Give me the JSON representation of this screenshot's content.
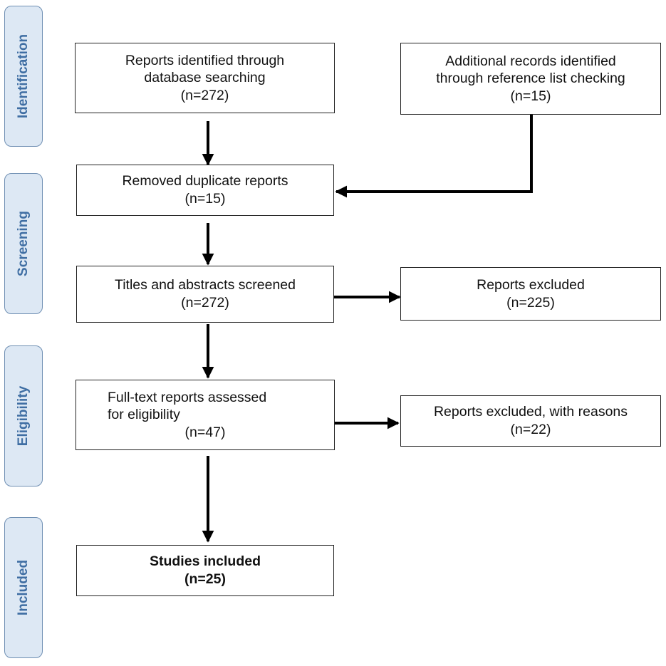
{
  "stages": {
    "identification": "Identification",
    "screening": "Screening",
    "eligibility": "Eligibility",
    "included": "Included"
  },
  "boxes": {
    "database_search": {
      "lines": [
        "Reports identified through",
        "database searching",
        "(n=272)"
      ]
    },
    "reference_list": {
      "lines": [
        "Additional  records identified",
        "through reference list checking",
        "(n=15)"
      ]
    },
    "duplicates": {
      "lines": [
        "Removed duplicate reports",
        "(n=15)"
      ]
    },
    "screened": {
      "lines": [
        "Titles and abstracts screened",
        "(n=272)"
      ]
    },
    "excluded": {
      "lines": [
        "Reports excluded",
        "(n=225)"
      ]
    },
    "fulltext": {
      "lines": [
        "Full-text reports assessed",
        "for eligibility",
        "(n=47)"
      ]
    },
    "excluded_reasons": {
      "lines": [
        "Reports excluded, with reasons",
        "(n=22)"
      ]
    },
    "included": {
      "lines": [
        "Studies included",
        "(n=25)"
      ]
    }
  }
}
